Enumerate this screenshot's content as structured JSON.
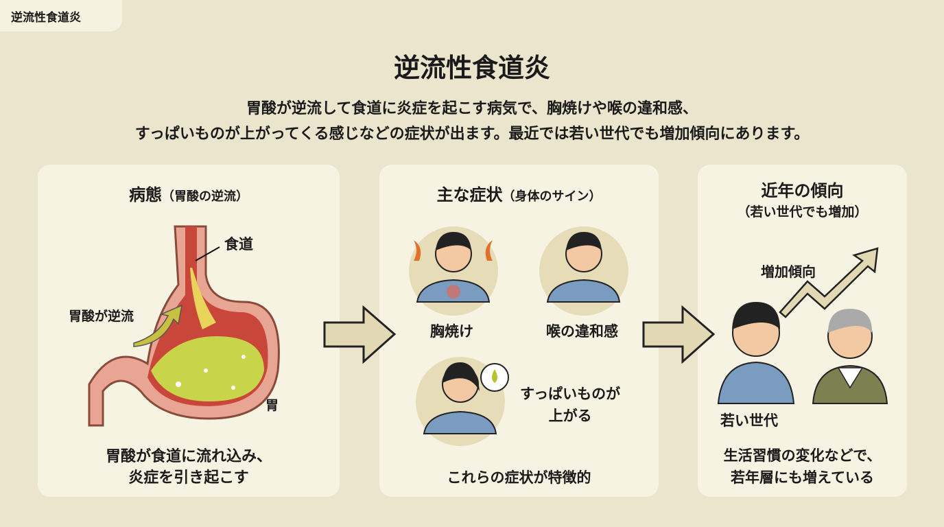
{
  "tab_label": "逆流性食道炎",
  "title": "逆流性食道炎",
  "subtitle": [
    "胃酸が逆流して食道に炎症を起こす病気で、胸焼けや喉の違和感、",
    "すっぱいものが上がってくる感じなどの症状が出ます。最近では若い世代でも増加傾向にあります。"
  ],
  "cards": [
    {
      "title": "病態",
      "title_note": "（胃酸の逆流）",
      "labels": {
        "esophagus": "食道",
        "reflux": "胃酸が逆流",
        "stomach": "胃"
      },
      "caption": [
        "胃酸が食道に流れ込み、",
        "炎症を引き起こす"
      ]
    },
    {
      "title": "主な症状",
      "title_note": "（身体のサイン）",
      "symptoms": [
        "胸焼け",
        "喉の違和感"
      ],
      "sour": [
        "すっぱいものが",
        "上がる"
      ],
      "caption": "これらの症状が特徴的"
    },
    {
      "title": "近年の傾向",
      "title_note": "（若い世代でも増加）",
      "trend_label": "増加傾向",
      "young_label": "若い世代",
      "caption": [
        "生活習慣の変化などで、",
        "若年層にも増えている"
      ]
    }
  ],
  "colors": {
    "background": "#ebe5cd",
    "card": "#f7f3e3",
    "shirt_blue": "#7a9cc0",
    "shirt_green": "#7d8050",
    "acid": "#c8d44a"
  }
}
